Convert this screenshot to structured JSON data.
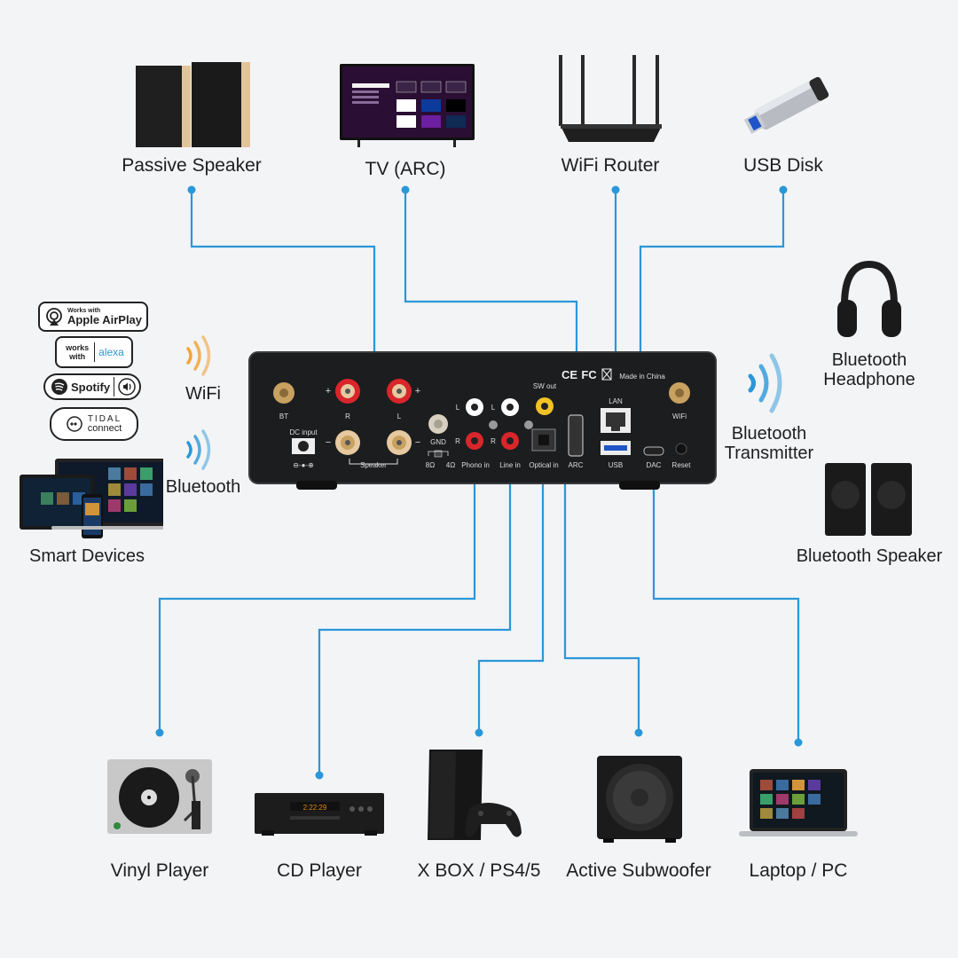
{
  "devices_top": {
    "passive_speaker": "Passive Speaker",
    "tv": "TV (ARC)",
    "router": "WiFi Router",
    "usb": "USB Disk"
  },
  "devices_left": {
    "wifi": "WiFi",
    "bluetooth": "Bluetooth",
    "smart_devices": "Smart Devices"
  },
  "badges": {
    "airplay_small": "Works with",
    "airplay": "Apple AirPlay",
    "alexa_small": "works with",
    "alexa": "alexa",
    "spotify": "Spotify",
    "tidal": "TIDAL",
    "tidal_sub": "connect"
  },
  "devices_right": {
    "headphone": "Bluetooth Headphone",
    "transmitter": "Bluetooth Transmitter",
    "bt_speaker": "Bluetooth Speaker"
  },
  "devices_bottom": {
    "vinyl": "Vinyl Player",
    "cd": "CD Player",
    "console": "X BOX / PS4/5",
    "subwoofer": "Active Subwoofer",
    "laptop": "Laptop / PC"
  },
  "panel": {
    "bt": "BT",
    "wifi": "WiFi",
    "r": "R",
    "l": "L",
    "plus": "+",
    "minus": "−",
    "speaker": "Speaker",
    "dc_input": "DC input",
    "gnd": "GND",
    "ohm8": "8Ω",
    "ohm4": "4Ω",
    "phono_in": "Phono in",
    "line_in": "Line in",
    "optical_in": "Optical in",
    "sw_out": "SW out",
    "arc": "ARC",
    "lan": "LAN",
    "usb": "USB",
    "dac": "DAC",
    "reset": "Reset",
    "made_in": "Made in China",
    "ce": "CE",
    "fc": "FC"
  },
  "colors": {
    "line": "#2a97d8",
    "panel": "#1c1d1f",
    "background": "#f3f4f6",
    "wave": "#f0a43a",
    "bt_wave": "#2a97d8",
    "gold": "#c8a060",
    "red_ring": "#d9262b"
  }
}
